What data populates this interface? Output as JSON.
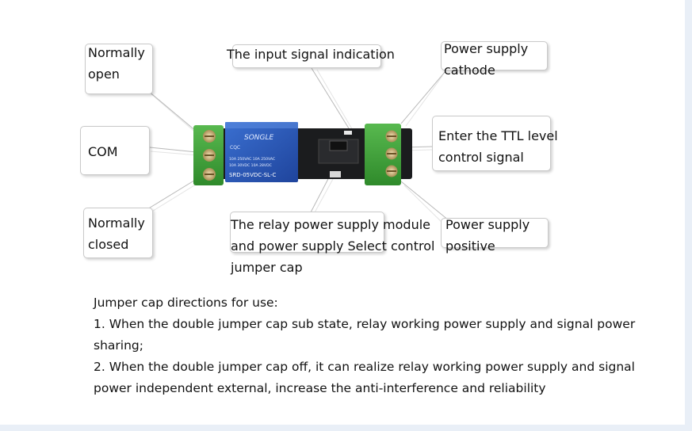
{
  "labels": {
    "normally_open": [
      "Normally",
      "open"
    ],
    "com": [
      "COM"
    ],
    "normally_closed": [
      "Normally",
      "closed"
    ],
    "input_signal": [
      "The input signal indication"
    ],
    "relay_power_jumper": [
      "The relay power supply module",
      "and power supply Select control",
      "jumper cap"
    ],
    "power_cathode": [
      "Power supply",
      "cathode"
    ],
    "ttl_signal": [
      "Enter the TTL level",
      "control signal"
    ],
    "power_positive": [
      "Power supply",
      "positive"
    ]
  },
  "relay_markings": {
    "brand": "SONGLE",
    "cert": "CQC",
    "rating_line1": "10A 250VAC  10A 250VAC",
    "rating_line2": "10A 30VDC  10A 28VDC",
    "model": "SRD-05VDC-SL-C"
  },
  "notes": {
    "line1": "Jumper cap directions for use:",
    "line2": "1. When the double jumper cap sub state, relay working power supply and signal power",
    "line3": "sharing;",
    "line4": "2. When the double jumper cap off, it can realize relay working power supply and signal",
    "line5": "power independent external, increase the anti-interference and reliability"
  },
  "colors": {
    "terminal_green": "#3f9f3a",
    "relay_blue": "#2a55b4",
    "pcb_black": "#1b1c1e"
  }
}
